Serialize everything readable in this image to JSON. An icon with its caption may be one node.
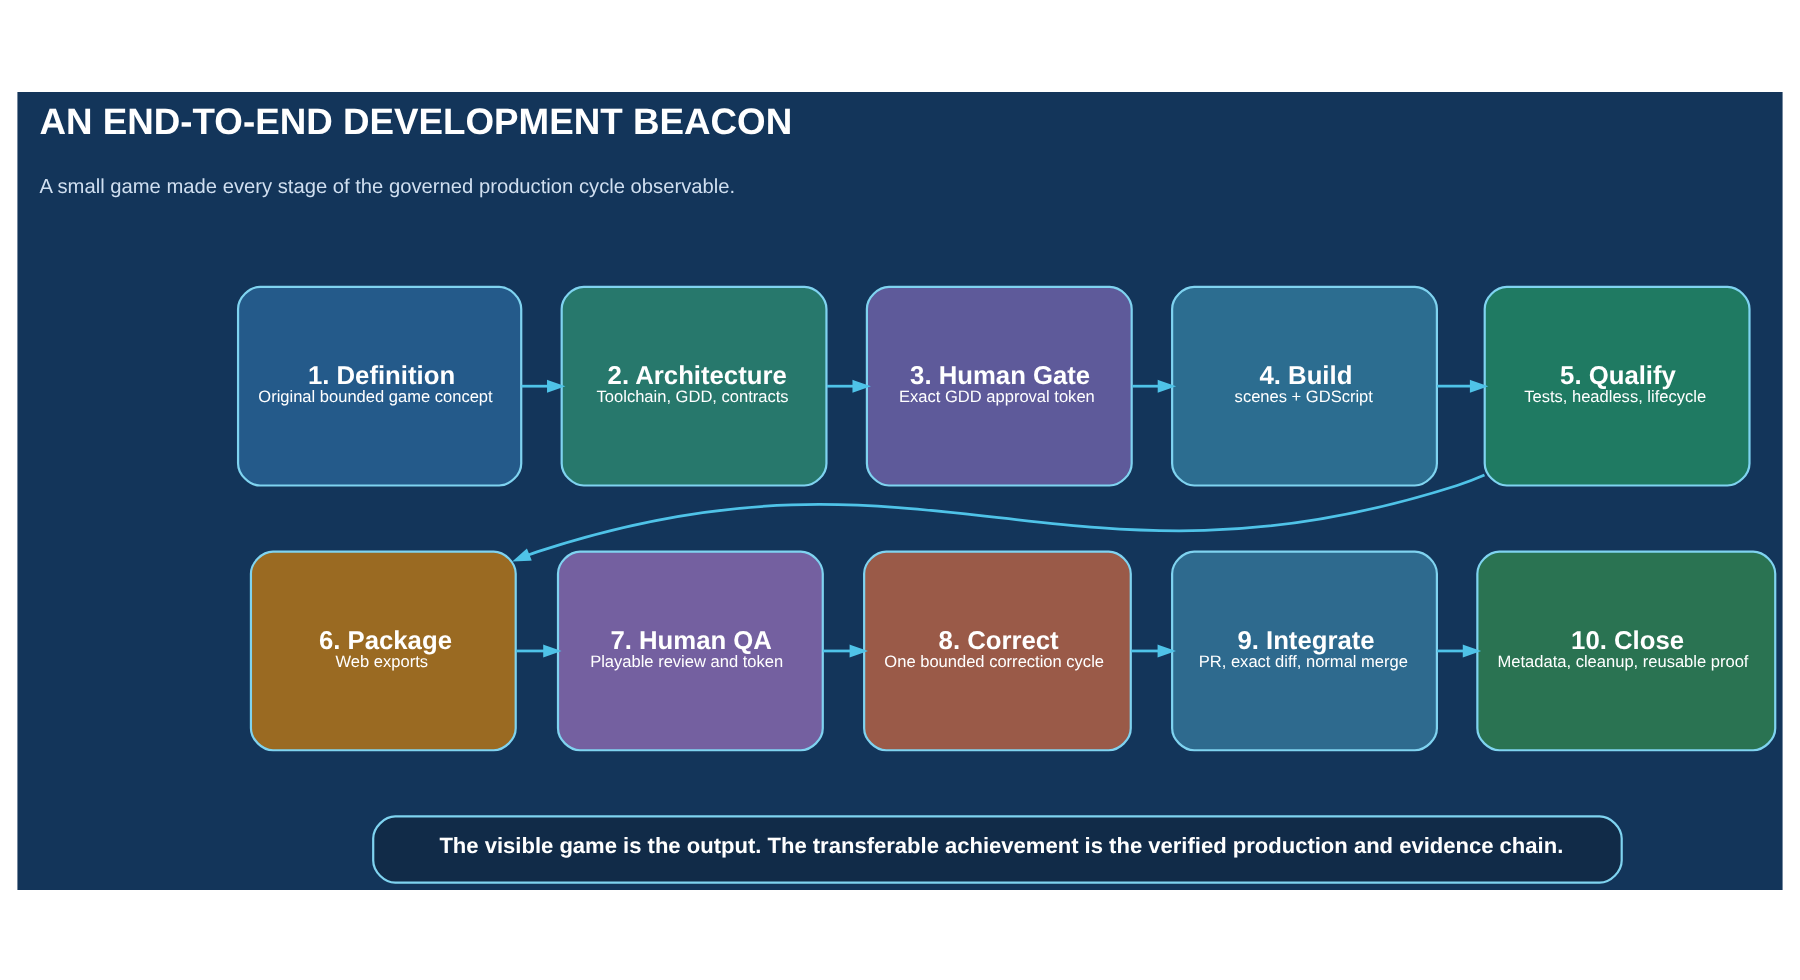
{
  "diagram": {
    "title": "AN END-TO-END DEVELOPMENT BEACON",
    "nodes": [
      {
        "text": [
          "1. Definition",
          "Original bounded game concept"
        ]
      },
      {
        "text": [
          "2. Architecture",
          "Toolchain, GDD, contracts"
        ]
      },
      {
        "text": [
          "3. Human Gate",
          "Exact GDD approval token"
        ]
      },
      {
        "text": [
          "4. Build",
          "scenes + GDScript"
        ]
      },
      {
        "text": [
          "5. Qualify",
          "Tests, headless, lifecycle"
        ]
      },
      {
        "text": [
          "6. Package",
          "Web exports"
        ]
      },
      {
        "text": [
          "7. Human QA",
          "Playable review and token"
        ]
      },
      {
        "text": [
          "8. Correct",
          "One bounded correction cycle"
        ]
      },
      {
        "text": [
          "9. Integrate",
          "PR, exact diff, normal merge"
        ]
      },
      {
        "text": [
          "10. Close",
          "Metadata, cleanup, reusable proof"
        ]
      },
      {
        "text": [
          "The visible game is the output. The transferable achievement is the verified production and evidence chain."
        ]
      }
    ],
    "edges": [
      {
        "from": 0,
        "to": 1,
        "arrow": "to"
      },
      {
        "from": 1,
        "to": 2,
        "arrow": "to"
      },
      {
        "from": 2,
        "to": 3,
        "arrow": "to"
      },
      {
        "from": 3,
        "to": 4,
        "arrow": "to"
      },
      {
        "from": 4,
        "to": 5,
        "arrow": "to"
      },
      {
        "from": 5,
        "to": 6,
        "arrow": "to"
      },
      {
        "from": 6,
        "to": 7,
        "arrow": "to"
      },
      {
        "from": 7,
        "to": 8,
        "arrow": "to"
      },
      {
        "from": 8,
        "to": 9,
        "arrow": "to"
      }
    ],
    "labels": [
      "A small game made every stage of the governed production cycle observable."
    ]
  }
}
